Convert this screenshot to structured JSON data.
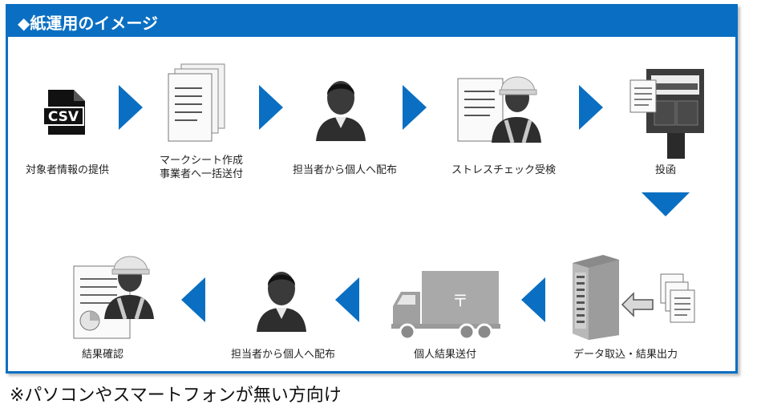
{
  "title": "◆紙運用のイメージ",
  "steps": {
    "s1": "対象者情報の提供",
    "s2_line1": "マークシート作成",
    "s2_line2": "事業者へ一括送付",
    "s3": "担当者から個人へ配布",
    "s4": "ストレスチェック受検",
    "s5": "投函",
    "s6": "データ取込・結果出力",
    "s7": "個人結果送付",
    "s8": "担当者から個人へ配布",
    "s9": "結果確認"
  },
  "icons": {
    "csv_text": "CSV",
    "postal_mark": "〒"
  },
  "footnote": "※パソコンやスマートフォンが無い方向け",
  "colors": {
    "accent": "#0a6fc2"
  }
}
